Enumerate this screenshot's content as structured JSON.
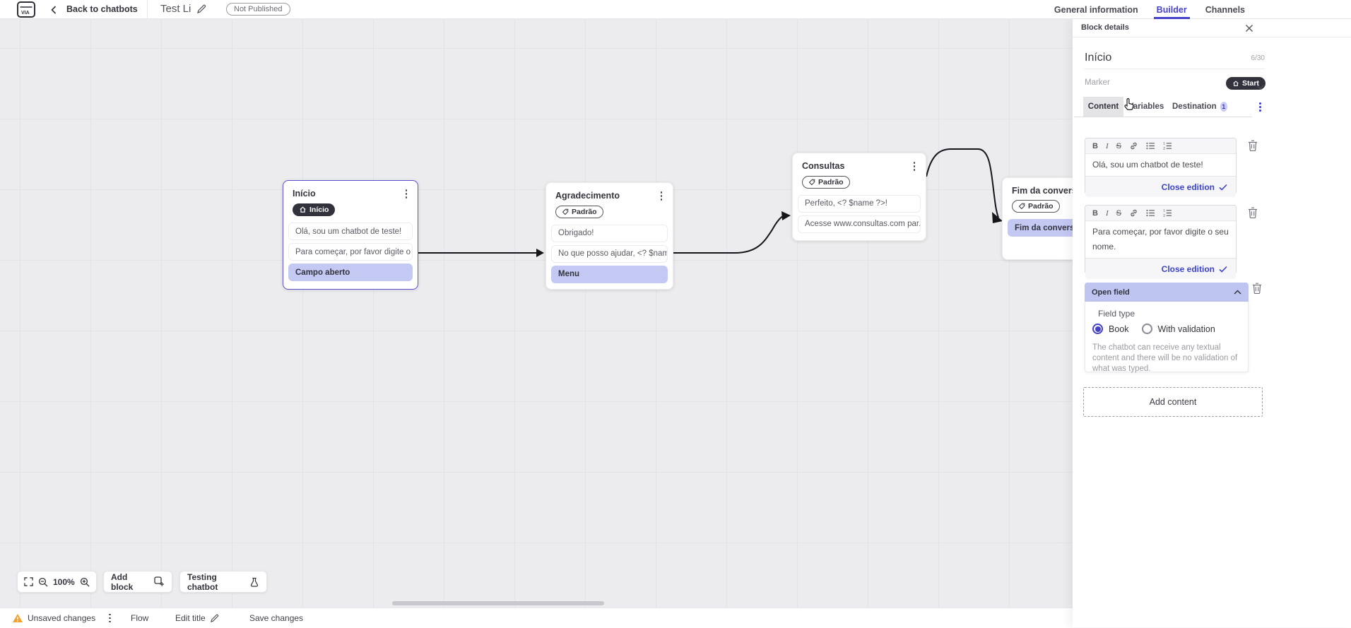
{
  "topbar": {
    "back_label": "Back to chatbots",
    "title": "Test Li",
    "status": "Not Published",
    "tabs": [
      {
        "label": "General information",
        "active": false
      },
      {
        "label": "Builder",
        "active": true
      },
      {
        "label": "Channels",
        "active": false
      }
    ]
  },
  "panel": {
    "header": "Block details",
    "block_name": "Início",
    "counter": "6/30",
    "marker_label": "Marker",
    "marker_value": "Start",
    "tabs": {
      "content": "Content",
      "variables": "Variables",
      "destination": "Destination",
      "destination_badge": "1"
    },
    "editors": [
      {
        "text": "Olá, sou um chatbot de teste!",
        "close_label": "Close edition"
      },
      {
        "text": "Para começar, por favor digite o seu nome.",
        "close_label": "Close edition"
      }
    ],
    "open_field": {
      "title": "Open field",
      "field_type_label": "Field type",
      "options": [
        {
          "label": "Book",
          "selected": true
        },
        {
          "label": "With validation",
          "selected": false
        }
      ],
      "description": "The chatbot can receive any textual content and there will be no validation of what was typed."
    },
    "add_content_label": "Add content"
  },
  "canvas": {
    "blocks": {
      "inicio": {
        "title": "Início",
        "marker": "Início",
        "items": [
          "Olá, sou um chatbot de teste!",
          "Para começar, por favor digite o ...",
          "Campo aberto"
        ]
      },
      "agradecimento": {
        "title": "Agradecimento",
        "tag": "Padrão",
        "items": [
          "Obrigado!",
          "No que posso ajudar, <? $name ...",
          "Menu"
        ]
      },
      "consultas": {
        "title": "Consultas",
        "tag": "Padrão",
        "items": [
          "Perfeito, <? $name ?>!",
          "Acesse www.consultas.com par..."
        ]
      },
      "fim": {
        "title": "Fim da conversa",
        "tag": "Padrão",
        "items": [
          "Fim da conversa"
        ]
      }
    }
  },
  "toolbar": {
    "zoom_level": "100%",
    "add_block": "Add block",
    "testing": "Testing chatbot"
  },
  "statusbar": {
    "unsaved": "Unsaved changes",
    "flow": "Flow",
    "edit_title": "Edit title",
    "save": "Save changes"
  },
  "colors": {
    "accent": "#4643ca",
    "dark_pill": "#32323d",
    "highlight": "#c4c9f3",
    "warning": "#f0a131"
  }
}
